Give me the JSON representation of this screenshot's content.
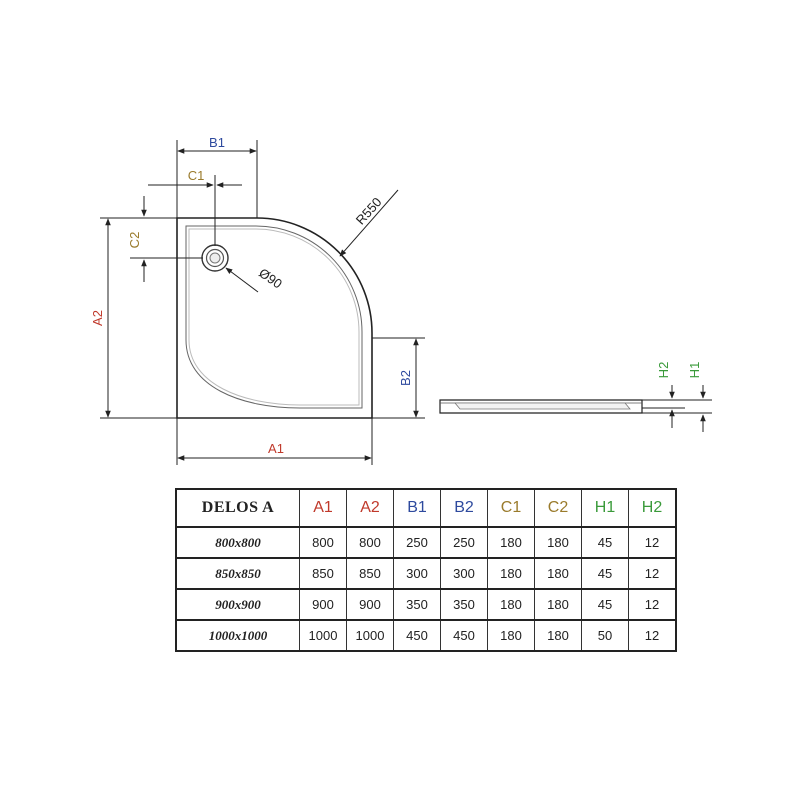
{
  "colors": {
    "A": "#c0392b",
    "B": "#2e4a9e",
    "C": "#9a7b2c",
    "H": "#3a9a3a",
    "line": "#222222"
  },
  "labels": {
    "b1": "B1",
    "c1": "C1",
    "c2": "C2",
    "a2": "A2",
    "a1": "A1",
    "b2": "B2",
    "r550": "R550",
    "d90": "Ø90",
    "h2": "H2",
    "h1": "H1"
  },
  "table": {
    "model": "DELOS A",
    "headers": [
      "A1",
      "A2",
      "B1",
      "B2",
      "C1",
      "C2",
      "H1",
      "H2"
    ],
    "header_groups": [
      "A",
      "A",
      "B",
      "B",
      "C",
      "C",
      "H",
      "H"
    ],
    "rows": [
      {
        "size": "800x800",
        "values": [
          "800",
          "800",
          "250",
          "250",
          "180",
          "180",
          "45",
          "12"
        ]
      },
      {
        "size": "850x850",
        "values": [
          "850",
          "850",
          "300",
          "300",
          "180",
          "180",
          "45",
          "12"
        ]
      },
      {
        "size": "900x900",
        "values": [
          "900",
          "900",
          "350",
          "350",
          "180",
          "180",
          "45",
          "12"
        ]
      },
      {
        "size": "1000x1000",
        "values": [
          "1000",
          "1000",
          "450",
          "450",
          "180",
          "180",
          "50",
          "12"
        ]
      }
    ]
  }
}
